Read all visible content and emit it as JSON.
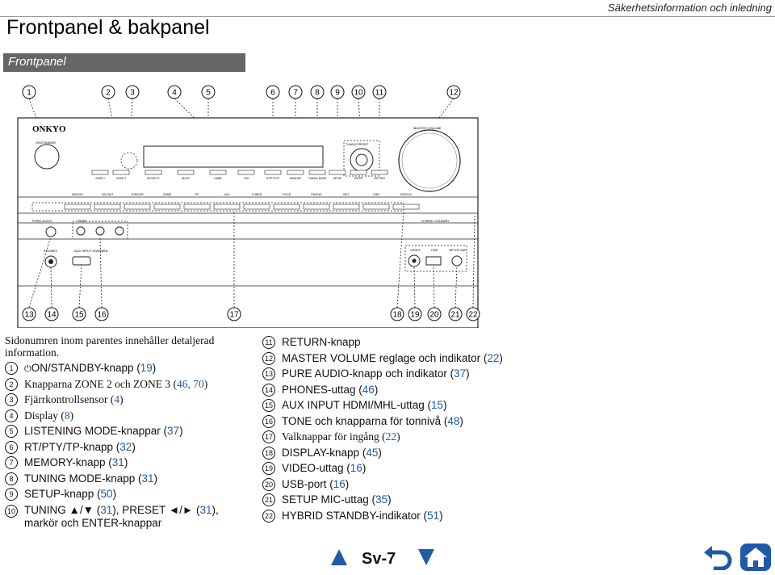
{
  "header": {
    "section": "Säkerhetsinformation och inledning"
  },
  "page_title": "Frontpanel & bakpanel",
  "section_title": "Frontpanel",
  "callouts_top": [
    "1",
    "2",
    "3",
    "4",
    "5",
    "6",
    "7",
    "8",
    "9",
    "10",
    "11",
    "12"
  ],
  "callouts_bottom": [
    "13",
    "14",
    "15",
    "16",
    "17",
    "18",
    "19",
    "20",
    "21",
    "22"
  ],
  "panel": {
    "brand": "ONKYO",
    "on_standby": "ON/STANDBY",
    "master_volume": "MASTER VOLUME",
    "tuning_preset": "TUNING  PRESET",
    "pure_audio": "PURE AUDIO",
    "tone": "TONE",
    "hybrid_standby": "HYBRID STANDBY",
    "phones": "PHONES",
    "aux_input": "AUX INPUT HDMI/MHL",
    "video": "VIDEO",
    "usb": "USB",
    "setup_mic": "SETUP MIC",
    "upper_buttons": [
      "ZONE 2",
      "ZONE 3",
      "MOVIE/TV",
      "MUSIC",
      "GAME",
      "THX",
      "RT/PTY/TP",
      "MEMORY",
      "TUNING MODE",
      "SETUP",
      "ENTER",
      "RETURN"
    ],
    "input_buttons": [
      "BD/DVD",
      "CBL/SAT",
      "STB/DVR",
      "GAME",
      "PC",
      "AUX",
      "TUNER",
      "TV/CD",
      "PHONO",
      "NET",
      "USB",
      "DISPLAY"
    ]
  },
  "note": "Sidonumren inom parentes innehåller detaljerad information.",
  "items_left": [
    {
      "num": "1",
      "text": "ON/STANDBY-knapp (",
      "ref": "19",
      "tail": ")",
      "sans": true,
      "power": true
    },
    {
      "num": "2",
      "text": "Knapparna ZONE 2 och ZONE 3 (",
      "ref": "46, 70",
      "tail": ")",
      "sans": false
    },
    {
      "num": "3",
      "text": "Fjärrkontrollsensor (",
      "ref": "4",
      "tail": ")",
      "sans": false
    },
    {
      "num": "4",
      "text": "Display (",
      "ref": "8",
      "tail": ")",
      "sans": false
    },
    {
      "num": "5",
      "text": "LISTENING MODE-knappar (",
      "ref": "37",
      "tail": ")",
      "sans": true
    },
    {
      "num": "6",
      "text": "RT/PTY/TP-knapp (",
      "ref": "32",
      "tail": ")",
      "sans": true
    },
    {
      "num": "7",
      "text": "MEMORY-knapp (",
      "ref": "31",
      "tail": ")",
      "sans": true
    },
    {
      "num": "8",
      "text": "TUNING MODE-knapp (",
      "ref": "31",
      "tail": ")",
      "sans": true
    },
    {
      "num": "9",
      "text": "SETUP-knapp (",
      "ref": "50",
      "tail": ")",
      "sans": true
    }
  ],
  "item_10": {
    "num": "10",
    "p1": "TUNING ▲/▼ (",
    "r1": "31",
    "p2": "), PRESET ◄/► (",
    "r2": "31",
    "p3": "), markör och ENTER-knappar"
  },
  "items_right": [
    {
      "num": "11",
      "text": "RETURN-knapp",
      "ref": "",
      "tail": "",
      "sans": true
    },
    {
      "num": "12",
      "text": "MASTER VOLUME reglage och indikator (",
      "ref": "22",
      "tail": ")",
      "sans": true
    },
    {
      "num": "13",
      "text": "PURE AUDIO-knapp och indikator (",
      "ref": "37",
      "tail": ")",
      "sans": true
    },
    {
      "num": "14",
      "text": "PHONES-uttag (",
      "ref": "46",
      "tail": ")",
      "sans": true
    },
    {
      "num": "15",
      "text": "AUX INPUT HDMI/MHL-uttag (",
      "ref": "15",
      "tail": ")",
      "sans": true
    },
    {
      "num": "16",
      "text": "TONE och knapparna för tonnivå (",
      "ref": "48",
      "tail": ")",
      "sans": true
    },
    {
      "num": "17",
      "text": "Valknappar för ingång (",
      "ref": "22",
      "tail": ")",
      "sans": false
    },
    {
      "num": "18",
      "text": "DISPLAY-knapp (",
      "ref": "45",
      "tail": ")",
      "sans": true
    },
    {
      "num": "19",
      "text": "VIDEO-uttag (",
      "ref": "16",
      "tail": ")",
      "sans": true
    },
    {
      "num": "20",
      "text": "USB-port (",
      "ref": "16",
      "tail": ")",
      "sans": true
    },
    {
      "num": "21",
      "text": "SETUP MIC-uttag (",
      "ref": "35",
      "tail": ")",
      "sans": true
    },
    {
      "num": "22",
      "text": "HYBRID STANDBY-indikator (",
      "ref": "51",
      "tail": ")",
      "sans": true
    }
  ],
  "footer": {
    "page": "Sv-7"
  },
  "colors": {
    "accent": "#1e5aa8",
    "home_bg": "#1e5aa8",
    "section_bar": "#666666"
  }
}
